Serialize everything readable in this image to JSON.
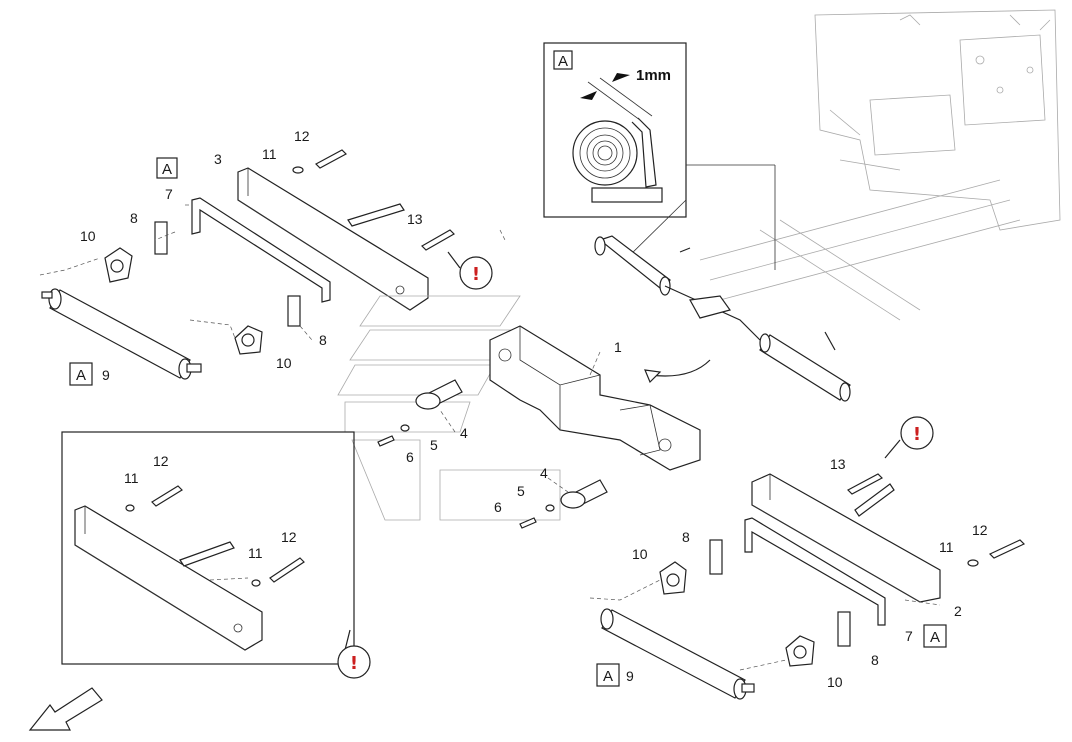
{
  "detail_label": "A",
  "measure_text": "1mm",
  "warning_glyph": "!",
  "colors": {
    "warning": "#cc1f1f",
    "line": "#222222"
  },
  "callouts": {
    "c1": "1",
    "c2": "2",
    "c3": "3",
    "c4a": "4",
    "c4b": "4",
    "c5a": "5",
    "c5b": "5",
    "c6a": "6",
    "c6b": "6",
    "c7a": "7",
    "c7b": "7",
    "c8a": "8",
    "c8b": "8",
    "c8c": "8",
    "c8d": "8",
    "c9a": "9",
    "c9b": "9",
    "c10a": "10",
    "c10b": "10",
    "c10c": "10",
    "c10d": "10",
    "c11a": "11",
    "c11b": "11",
    "c11c": "11",
    "c11d": "11",
    "c12a": "12",
    "c12b": "12",
    "c12c": "12",
    "c12d": "12",
    "c13a": "13",
    "c13b": "13"
  },
  "icons": [
    "warning-icon",
    "direction-arrow-icon",
    "rotation-arrow-icon"
  ]
}
